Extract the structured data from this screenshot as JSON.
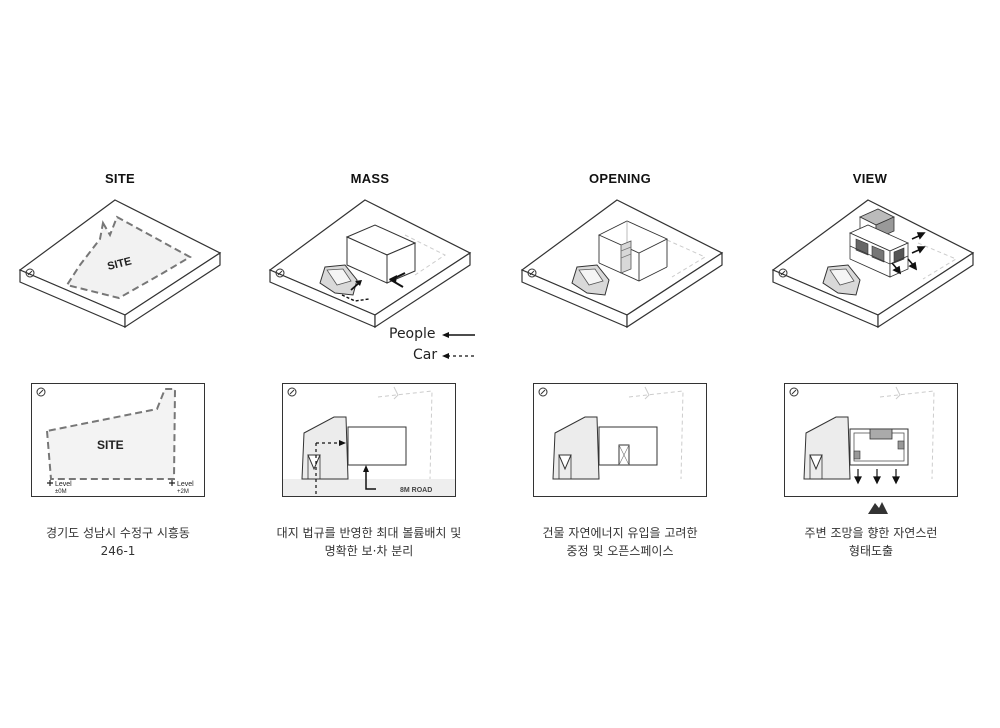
{
  "panels": [
    {
      "title": "SITE",
      "caption_line1": "경기도 성남시 수정구 시흥동",
      "caption_line2": "246-1",
      "axo_label": "SITE",
      "plan_label": "SITE",
      "level_left_1": "Level",
      "level_left_2": "±0M",
      "level_right_1": "Level",
      "level_right_2": "+2M"
    },
    {
      "title": "MASS",
      "caption_line1": "대지 법규를 반영한 최대 볼륨배치 및",
      "caption_line2": "명확한 보·차 분리",
      "road_label": "8M ROAD"
    },
    {
      "title": "OPENING",
      "caption_line1": "건물 자연에너지 유입을 고려한",
      "caption_line2": "중정 및 오픈스페이스"
    },
    {
      "title": "VIEW",
      "caption_line1": "주변 조망을 향한 자연스런",
      "caption_line2": "형태도출"
    }
  ],
  "legend": {
    "people": "People",
    "car": "Car"
  }
}
